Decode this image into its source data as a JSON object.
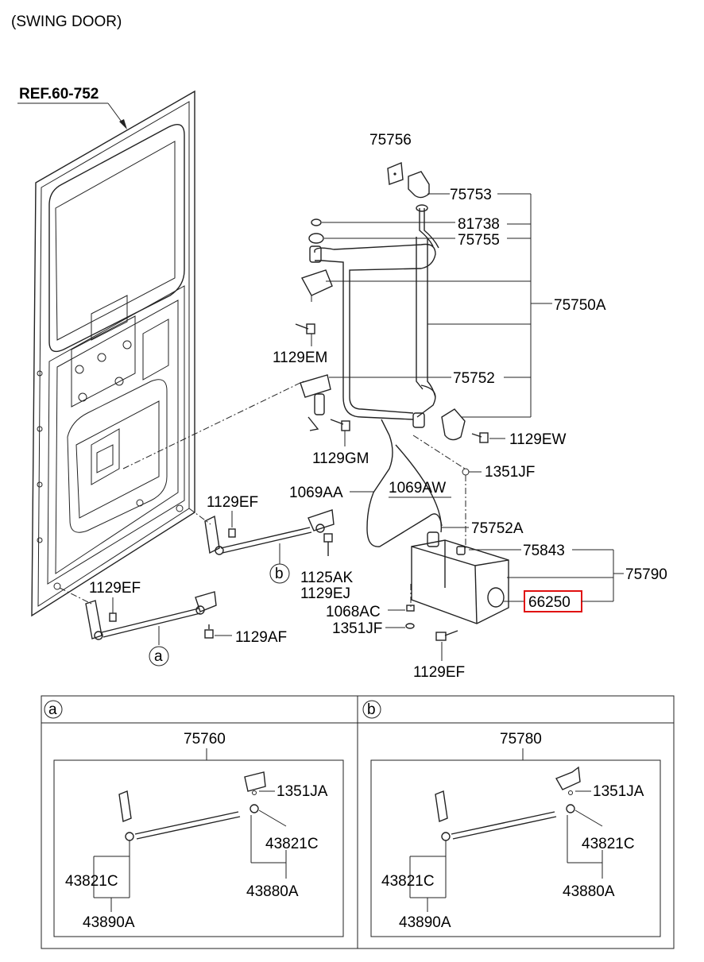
{
  "header": "(SWING DOOR)",
  "ref": "REF.60-752",
  "callouts": {
    "c75756": "75756",
    "c75753": "75753",
    "c81738": "81738",
    "c75755": "75755",
    "c75750A": "75750A",
    "c1129EM": "1129EM",
    "c75752": "75752",
    "c1129EW": "1129EW",
    "c1129GM": "1129GM",
    "c1351JF_top": "1351JF",
    "c1069AA": "1069AA",
    "c1069AW": "1069AW",
    "c1129EF_mid": "1129EF",
    "c75752A": "75752A",
    "c75843": "75843",
    "c75790": "75790",
    "c1125AK": "1125AK",
    "c1129EJ": "1129EJ",
    "c66250": "66250",
    "c1068AC": "1068AC",
    "c1351JF_bot": "1351JF",
    "c1129EF_left": "1129EF",
    "c1129AF": "1129AF",
    "c1129EF_bot": "1129EF"
  },
  "circle_labels": {
    "a": "a",
    "b": "b"
  },
  "panel_a": {
    "tag": "a",
    "assembly": "75760",
    "clip": "1351JA",
    "joint_right": "43821C",
    "rod_right": "43880A",
    "joint_left": "43821C",
    "rod_left": "43890A"
  },
  "panel_b": {
    "tag": "b",
    "assembly": "75780",
    "clip": "1351JA",
    "joint_right": "43821C",
    "rod_right": "43880A",
    "joint_left": "43821C",
    "rod_left": "43890A"
  },
  "highlight_color": "#e01010"
}
